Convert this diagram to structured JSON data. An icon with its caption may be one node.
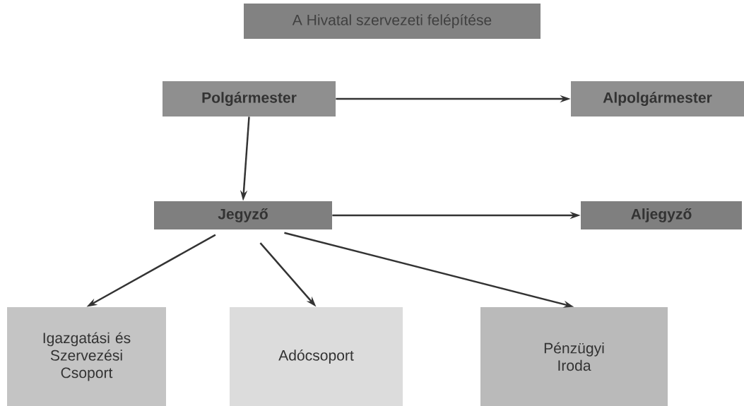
{
  "diagram": {
    "title": "A Hivatal szervezeti felépítése",
    "nodes": [
      {
        "text": [
          "Polgármester"
        ]
      },
      {
        "text": [
          "Alpolgármester"
        ]
      },
      {
        "text": [
          "Jegyző"
        ]
      },
      {
        "text": [
          "Aljegyző"
        ]
      },
      {
        "text": [
          "Igazgatási és Szervezési Csoport"
        ]
      },
      {
        "text": [
          "Adócsoport"
        ]
      },
      {
        "text": [
          "Pénzügyi Iroda"
        ]
      }
    ],
    "edges": [
      {
        "from": 0,
        "to": 1,
        "arrow": "to"
      },
      {
        "from": 0,
        "to": 2,
        "arrow": "to"
      },
      {
        "from": 2,
        "to": 3,
        "arrow": "to"
      },
      {
        "from": 2,
        "to": 4,
        "arrow": "to"
      },
      {
        "from": 2,
        "to": 5,
        "arrow": "to"
      },
      {
        "from": 2,
        "to": 6,
        "arrow": "to"
      }
    ]
  }
}
